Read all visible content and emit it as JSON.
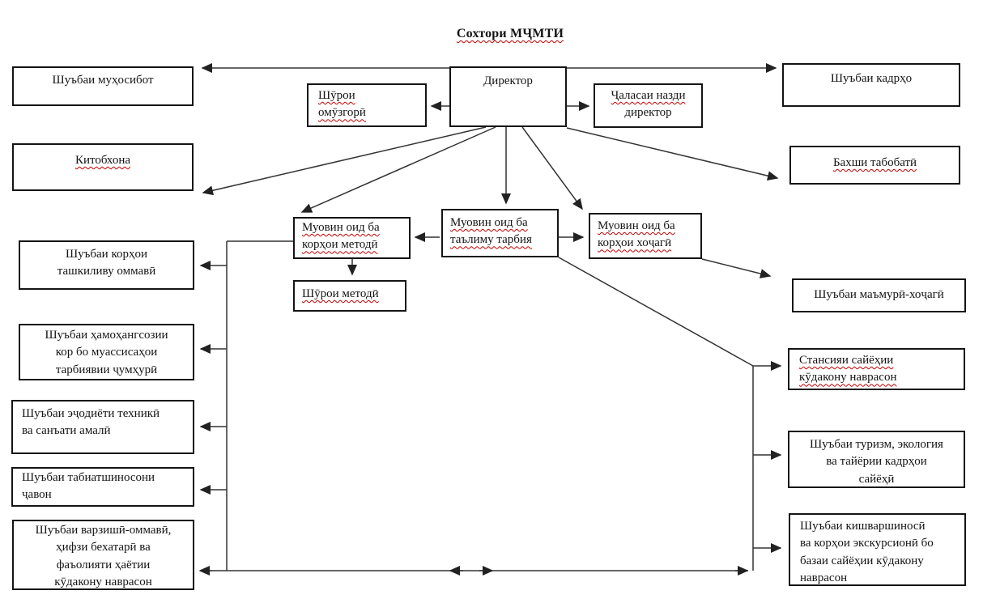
{
  "title": "Сохтори МҶМТИ",
  "colors": {
    "spellcheck_underline": "#c40000",
    "line_color": "#333333",
    "box_border": "#141414"
  },
  "boxes": {
    "director": {
      "lines": [
        "Директор"
      ]
    },
    "teachers_council": {
      "lines": [
        "Шӯрои",
        "омӯзгорӣ"
      ]
    },
    "director_meeting": {
      "lines": [
        "Ҷаласаи назди",
        "директор"
      ]
    },
    "accounting": {
      "lines": [
        "Шуъбаи муҳосибот"
      ]
    },
    "hr": {
      "lines": [
        "Шуъбаи кадрҳо"
      ]
    },
    "library": {
      "lines": [
        "Китобхона"
      ]
    },
    "medical": {
      "lines": [
        "Бахши табобатӣ"
      ]
    },
    "deputy_methodical": {
      "lines": [
        "Муовин оид ба",
        "корҳои методӣ"
      ]
    },
    "deputy_education": {
      "lines": [
        "Муовин оид ба",
        "таълиму тарбия"
      ]
    },
    "deputy_economic": {
      "lines": [
        "Муовин оид ба",
        "корҳои хоҷагӣ"
      ]
    },
    "methodical_council": {
      "lines": [
        "Шӯрои методӣ"
      ]
    },
    "admin_economic": {
      "lines": [
        "Шуъбаи маъмурӣ-хоҷагӣ"
      ]
    },
    "org_mass": {
      "lines": [
        "Шуъбаи корҳои",
        "ташкиливу оммавӣ"
      ]
    },
    "coordination": {
      "lines": [
        "Шуъбаи ҳамоҳангсозии",
        "кор бо муассисаҳои",
        "тарбиявии ҷумҳурӣ"
      ]
    },
    "tech_art": {
      "lines": [
        "Шуъбаи эҷодиёти техникӣ",
        "ва санъати амалӣ"
      ]
    },
    "young_naturalists": {
      "lines": [
        "Шуъбаи табиатшиносони",
        "ҷавон"
      ]
    },
    "sports_safety": {
      "lines": [
        "Шуъбаи варзишӣ-оммавӣ,",
        "ҳифзи бехатарӣ ва",
        "фаъолияти ҳаётии",
        "кӯдакону наврасон"
      ]
    },
    "tourism_station": {
      "lines": [
        "Стансияи сайёҳии",
        "кӯдакону наврасон"
      ]
    },
    "tourism_ecology": {
      "lines": [
        "Шуъбаи туризм, экология",
        "ва тайёрии кадрҳои",
        "сайёҳӣ"
      ]
    },
    "local_history": {
      "lines": [
        "Шуъбаи кишваршиносӣ",
        "ва корҳои экскурсионӣ бо",
        "базаи сайёҳии кӯдакону",
        "наврасон"
      ]
    }
  }
}
